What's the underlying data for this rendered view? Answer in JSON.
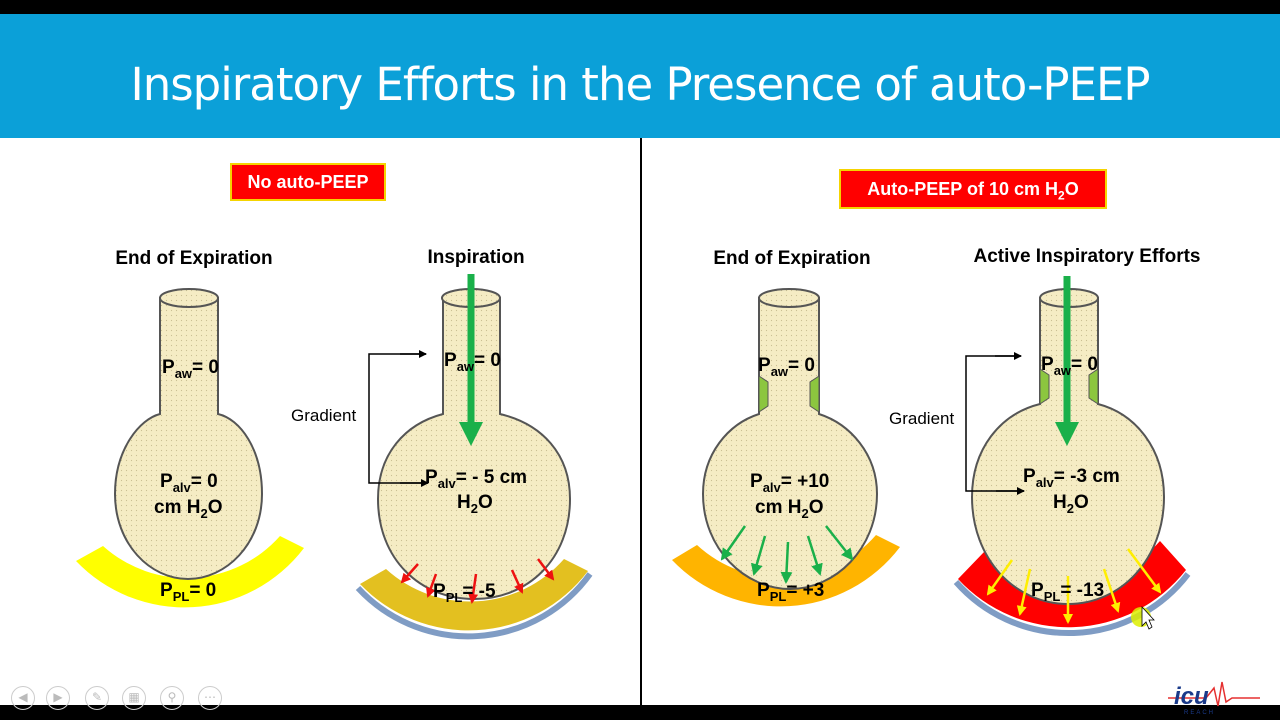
{
  "title": "Inspiratory Efforts in the Presence of auto-PEEP",
  "left_panel": {
    "badge": "No auto-PEEP",
    "col1": {
      "heading": "End of Expiration",
      "paw_sub": "aw",
      "paw_val": "= 0",
      "palv_sub": "alv",
      "palv_val": "= 0",
      "palv_unit": "cm H",
      "ppl_sub": "PL",
      "ppl_val": "= 0"
    },
    "col2": {
      "heading": "Inspiration",
      "gradient": "Gradient",
      "paw_sub": "aw",
      "paw_val": "= 0",
      "palv_sub": "alv",
      "palv_val": "= - 5 cm",
      "palv_unit": "H",
      "ppl_sub": "PL",
      "ppl_val": "= -5"
    }
  },
  "right_panel": {
    "badge": "Auto-PEEP of 10 cm H",
    "badge_sub": "2",
    "badge_tail": "O",
    "col1": {
      "heading": "End of Expiration",
      "paw_sub": "aw",
      "paw_val": "= 0",
      "palv_sub": "alv",
      "palv_val": "= +10",
      "palv_unit": "cm H",
      "ppl_sub": "PL",
      "ppl_val": "= +3"
    },
    "col2": {
      "heading": "Active Inspiratory Efforts",
      "gradient": "Gradient",
      "paw_sub": "aw",
      "paw_val": "= 0",
      "palv_sub": "alv",
      "palv_val": "= -3 cm",
      "palv_unit": "H",
      "ppl_sub": "PL",
      "ppl_val": "= -13"
    }
  },
  "symbols": {
    "p": "P",
    "sub2": "2",
    "o": "O"
  },
  "logo": {
    "text": "icu",
    "sub": "REACH"
  },
  "colors": {
    "title_bar": "#0ba0d8",
    "badge": "#ff0000",
    "badge_border": "#f5d400",
    "alveolus": "#f5ecc4",
    "pleura_yellow": "#ffff00",
    "pleura_gold": "#e3c020",
    "pleura_orange": "#ffb400",
    "pleura_red": "#ff0000",
    "arrow_green": "#1ab04a",
    "arrow_red": "#ee1111",
    "arrow_yellow": "#ffee00",
    "chest_wall": "#7f9cc4",
    "airway_narrowing": "#8cc63f"
  },
  "icons": [
    "prev-icon",
    "next-icon",
    "pen-icon",
    "slides-icon",
    "zoom-icon",
    "more-icon"
  ]
}
